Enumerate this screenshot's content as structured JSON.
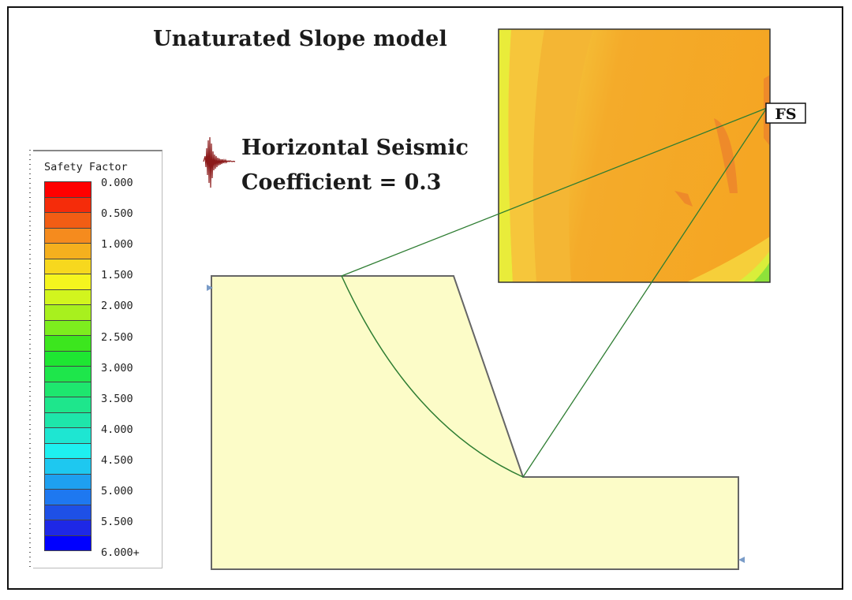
{
  "title": "Unaturated Slope model",
  "seismic": {
    "line1": "Horizontal Seismic",
    "line2": "Coefficient = 0.3"
  },
  "legend": {
    "title": "Safety Factor",
    "labels": [
      "0.000",
      "0.500",
      "1.000",
      "1.500",
      "2.000",
      "2.500",
      "3.000",
      "3.500",
      "4.000",
      "4.500",
      "5.000",
      "5.500",
      "6.000+"
    ],
    "colors": [
      "#ff0000",
      "#f52c0a",
      "#f25d14",
      "#f58b1e",
      "#f5b01e",
      "#f7d81e",
      "#f5f51e",
      "#d2f51e",
      "#a8f01e",
      "#7ded1e",
      "#3ce61e",
      "#1ee632",
      "#1ee64b",
      "#1ee66e",
      "#1ee68c",
      "#1ee6aa",
      "#1ee6d2",
      "#1ef0f0",
      "#1ec8f0",
      "#1ea0f0",
      "#1e78f0",
      "#1e50e6",
      "#1e28e6",
      "#0000ff"
    ]
  },
  "callout": {
    "label": "FS"
  },
  "colors": {
    "slope_fill": "#fcfcc8",
    "slip_line": "#2e7d32",
    "zoom_orange": "#f9a825",
    "zoom_deep": "#f08a24"
  }
}
